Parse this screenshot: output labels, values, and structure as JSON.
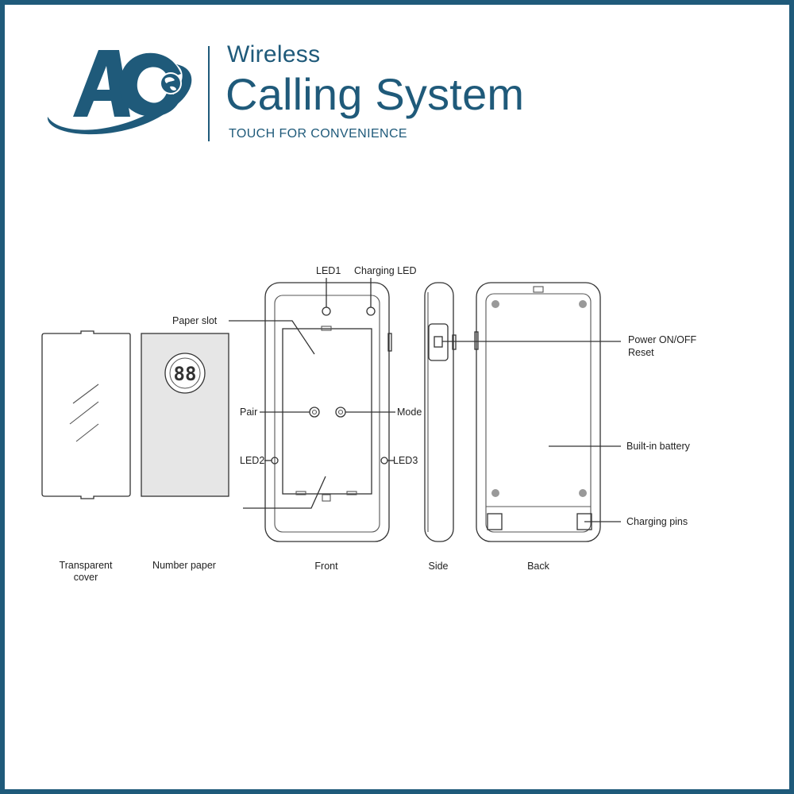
{
  "header": {
    "brand_line1": "Wireless",
    "brand_line2": "Calling System",
    "tagline": "TOUCH FOR CONVENIENCE",
    "logo_letters": "AC"
  },
  "colors": {
    "brand": "#1f5a7a",
    "border": "#1f5a7a",
    "paper_fill": "#e6e6e6"
  },
  "number_paper": {
    "display": "88"
  },
  "callouts": {
    "led1": "LED1",
    "charging_led": "Charging LED",
    "paper_slot": "Paper slot",
    "pair": "Pair",
    "mode": "Mode",
    "led2": "LED2",
    "led3": "LED3",
    "power_line1": "Power ON/OFF",
    "power_line2": "Reset",
    "built_in_battery": "Built-in battery",
    "charging_pins": "Charging pins"
  },
  "views": {
    "transparent_cover_line1": "Transparent",
    "transparent_cover_line2": "cover",
    "number_paper": "Number paper",
    "front": "Front",
    "side": "Side",
    "back": "Back"
  }
}
